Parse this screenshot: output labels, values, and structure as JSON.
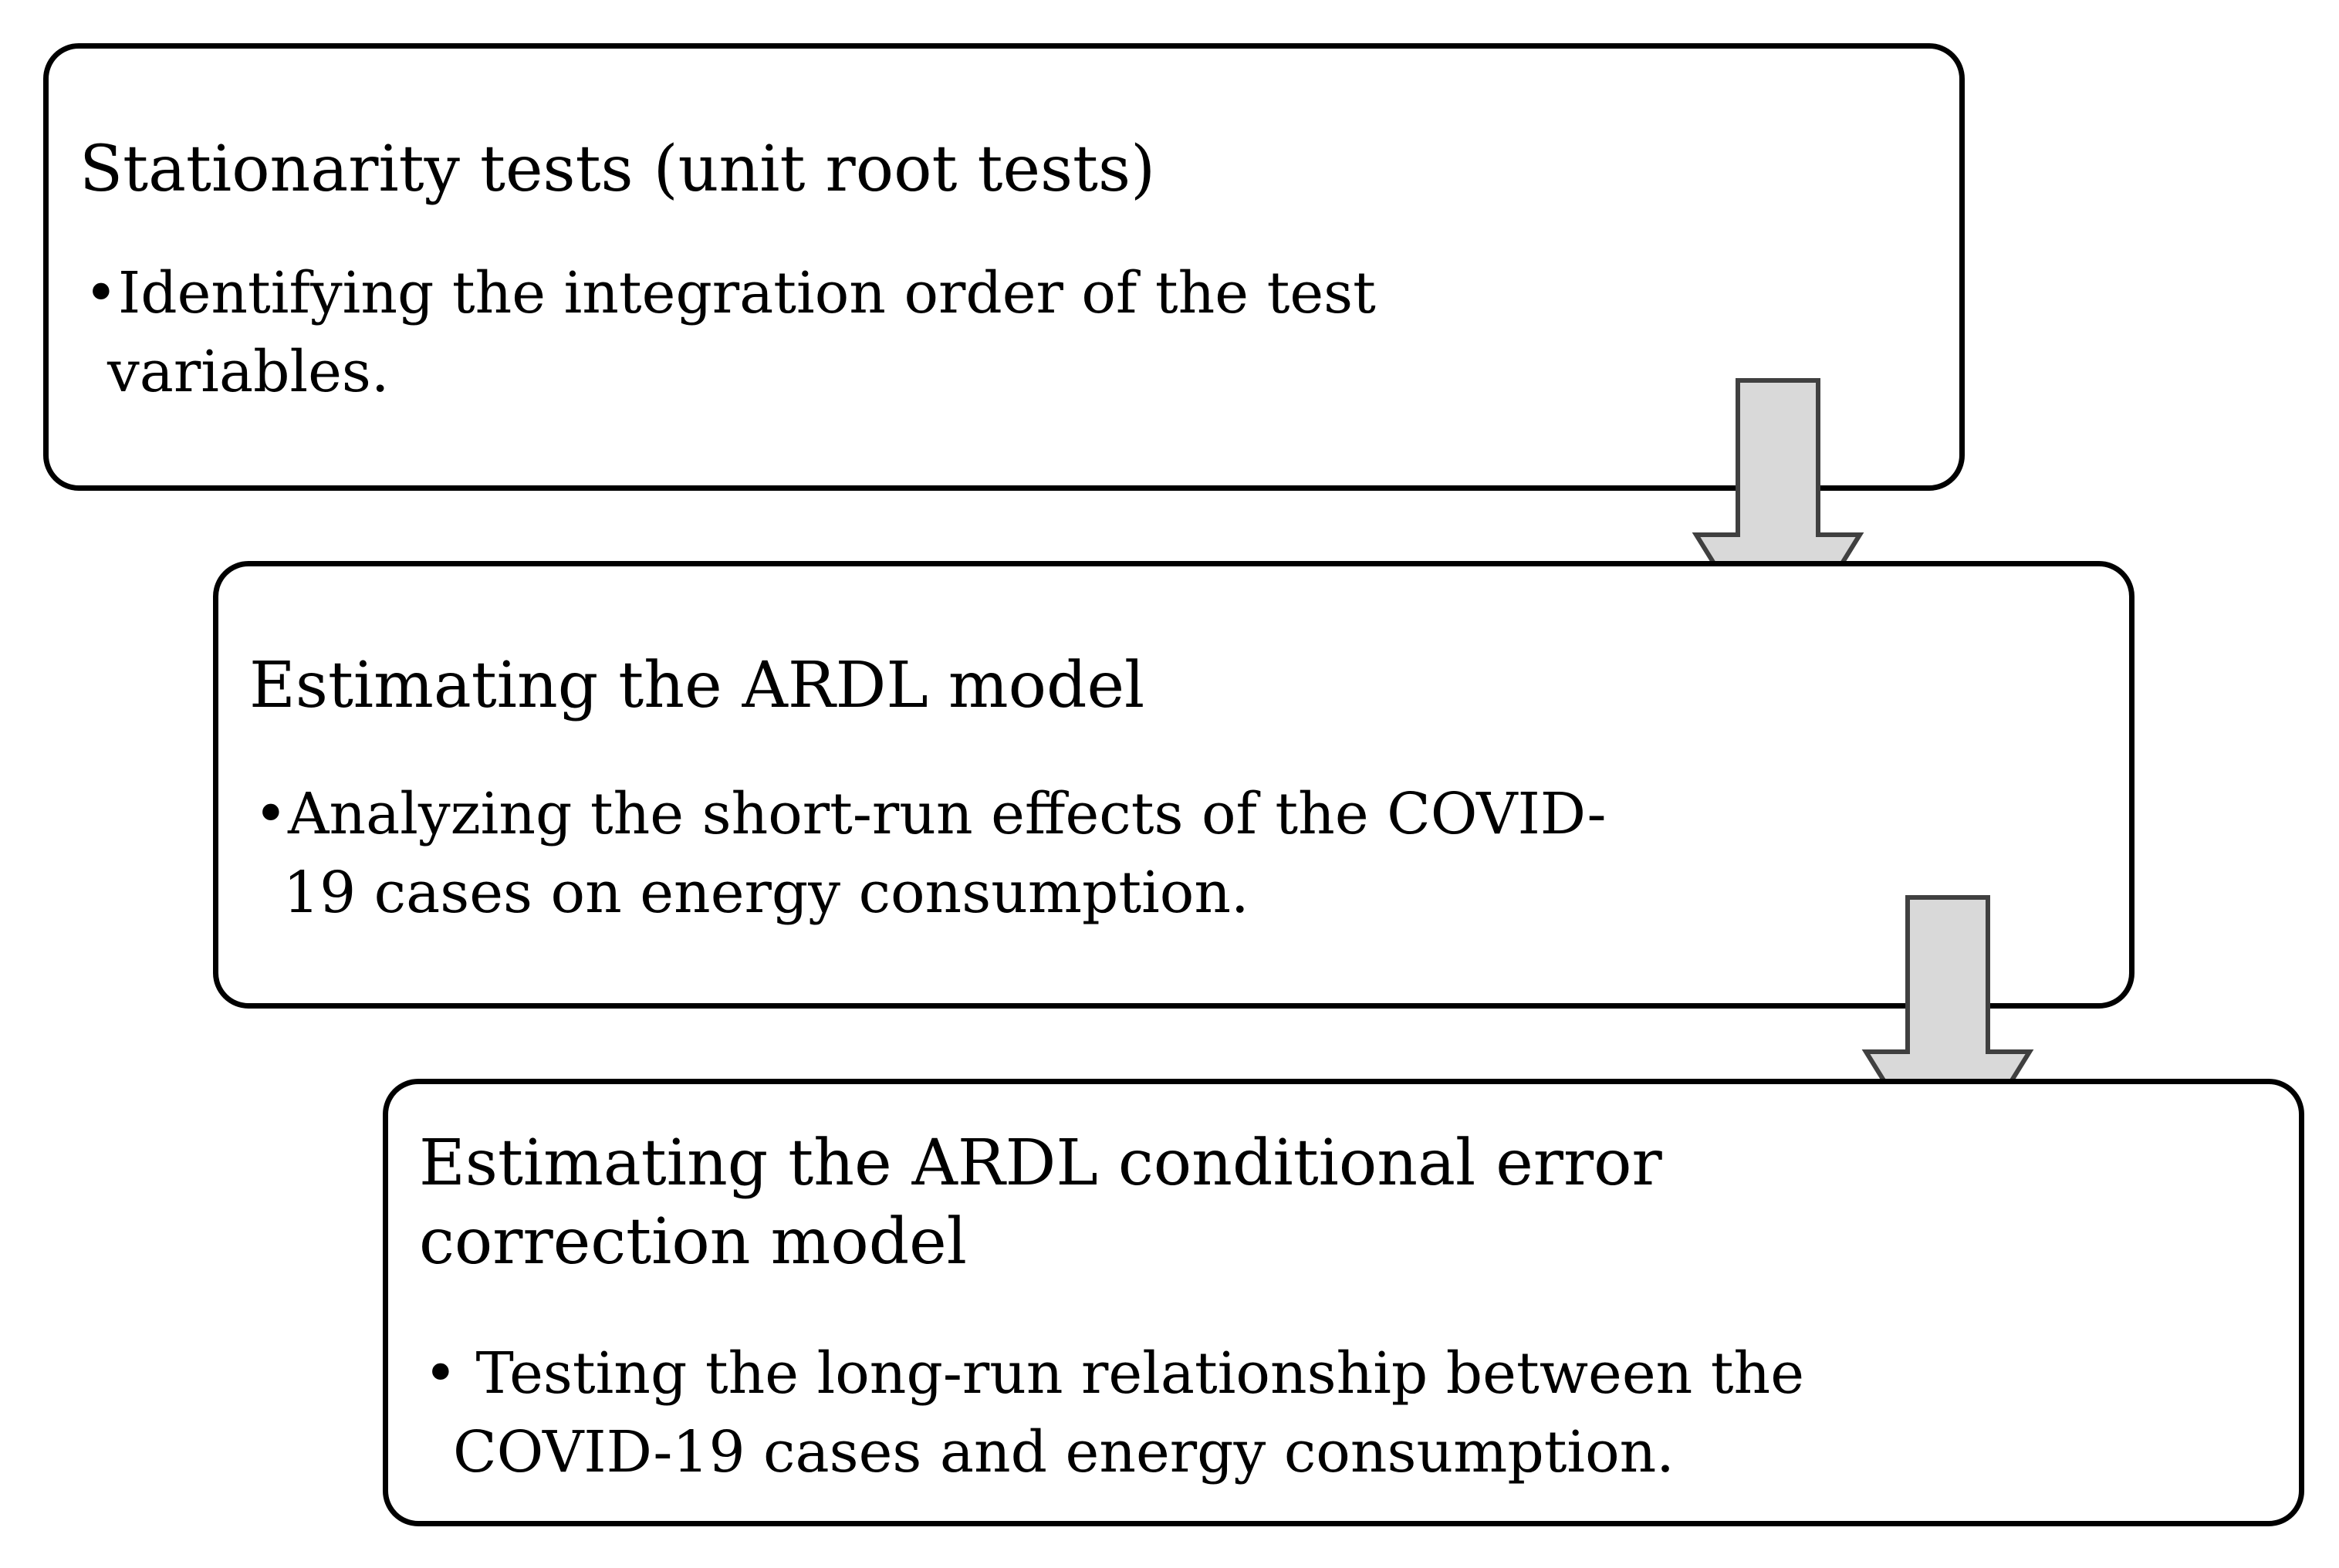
{
  "steps": [
    {
      "title": "Stationarity tests (unit root tests)",
      "bullet_line1": "Identifying the integration order of the test",
      "bullet_line2": "variables."
    },
    {
      "title": "Estimating the ARDL model",
      "bullet_line1": "Analyzing the short-run effects of the COVID-",
      "bullet_line2": "19 cases on energy consumption."
    },
    {
      "title": "Estimating the ARDL conditional error\ncorrection model",
      "bullet_line1": " Testing the long-run relationship between the",
      "bullet_line2": "COVID-19 cases and energy consumption."
    }
  ],
  "bullet_symbol": "•",
  "colors": {
    "box_border": "#000000",
    "arrow_fill": "#d9d9d9",
    "arrow_stroke": "#404040"
  }
}
